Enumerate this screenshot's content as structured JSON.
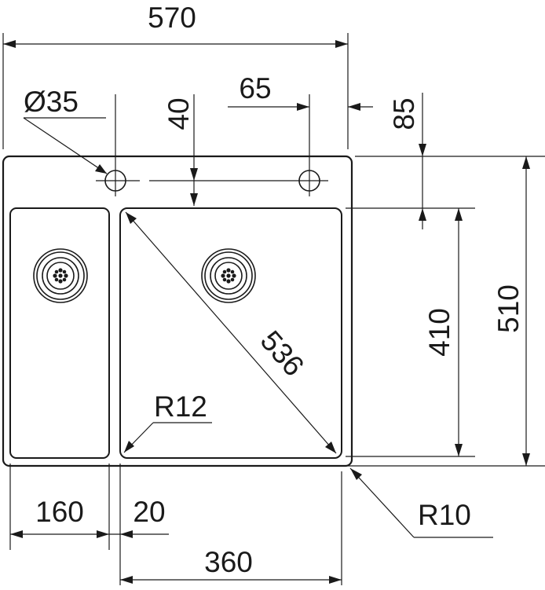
{
  "dimensions": {
    "overall_width": "570",
    "tap_hole_diameter": "Ø35",
    "tap_hole_offset_vertical": "40",
    "tap_hole_spacing": "65",
    "top_edge_to_bowl": "85",
    "diagonal": "536",
    "inner_corner_radius": "R12",
    "bowl_depth": "410",
    "overall_depth": "510",
    "small_bowl_width": "160",
    "divider_width": "20",
    "large_bowl_width": "360",
    "outer_corner_radius": "R10"
  },
  "colors": {
    "line": "#1a1a1a",
    "background": "#ffffff"
  },
  "icons": [
    "tap-hole-icon",
    "drain-strainer-icon"
  ]
}
